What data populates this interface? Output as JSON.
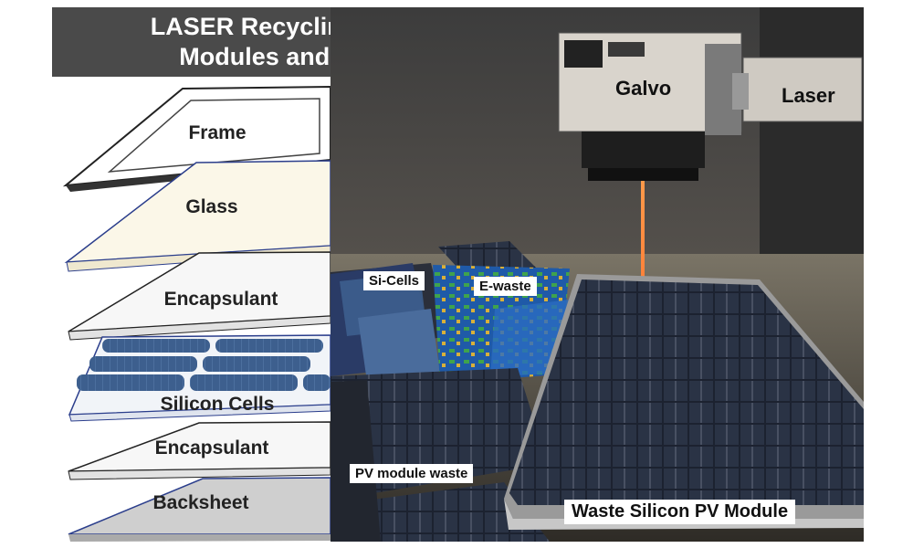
{
  "title": {
    "line1": "LASER Recycling of Si-PV",
    "line2": "Modules and E-waste"
  },
  "layers": [
    {
      "label": "Frame"
    },
    {
      "label": "Glass"
    },
    {
      "label": "Encapsulant"
    },
    {
      "label": "Silicon Cells"
    },
    {
      "label": "Encapsulant"
    },
    {
      "label": "Backsheet"
    }
  ],
  "photo": {
    "galvo_label": "Galvo",
    "laser_label": "Laser",
    "si_cells_label": "Si-Cells",
    "ewaste_label": "E-waste",
    "pv_waste_label": "PV module waste",
    "module_label": "Waste Silicon PV Module"
  },
  "colors": {
    "banner": "#4a4a4a",
    "glass_fill": "#fbf7e8",
    "cell_blue": "#3d5f8e",
    "laser_beam": "#ff5a1e",
    "backsheet": "#c9c9c9"
  }
}
